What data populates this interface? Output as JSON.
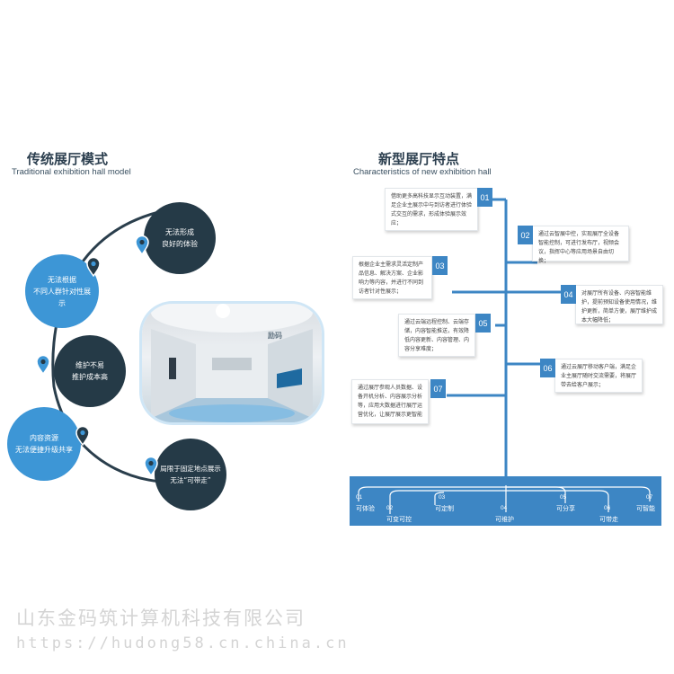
{
  "left": {
    "title_cn": "传统展厅模式",
    "title_en": "Traditional exhibition hall model",
    "items": [
      {
        "text": "无法形成\n良好的体验"
      },
      {
        "text": "无法根据\n不同人群针对性展示"
      },
      {
        "text": "维护不易\n推护成本高"
      },
      {
        "text": "内容资源\n无法便捷升级共享"
      },
      {
        "text": "局限于固定地点展示\n无法“可带走”"
      }
    ],
    "screen_logo": "励码"
  },
  "right": {
    "title_cn": "新型展厅特点",
    "title_en": "Characteristics of new exhibition hall",
    "features": [
      {
        "num": "01",
        "text": "借助更多高科技显示互动装置，满足企业主展示中与到访者进行体验式交互的需求，形成体验展示效应；"
      },
      {
        "num": "02",
        "text": "通过云智展中控，实现展厅全设备智能控制，可进行发布厅，视频会议，指挥中心等应用场景自由切换；"
      },
      {
        "num": "03",
        "text": "根据企业主需求灵活定制产品信息、解决方案、企业影响力等内容，并进行不同到访者针对性展示；"
      },
      {
        "num": "04",
        "text": "对展厅所有设备、内容智能维护，提前预知设备使用情况，维护更新，简单方便，展厅维护成本大幅降低；"
      },
      {
        "num": "05",
        "text": "通过云端远程控制、云端存储，内容智能推送，有效降低内容更新、内容管理、内容分享难度；"
      },
      {
        "num": "06",
        "text": "通过云展厅移动客户端，满足企业主展厅随时交流需要，将展厅带去给客户展示；"
      },
      {
        "num": "07",
        "text": "通过展厅参观人员数据、设备开机分析、内容展示分析等，应用大数据进行展厅运营优化，让展厅展示更智能"
      }
    ],
    "timeline": [
      {
        "num": "01",
        "label": "可体验"
      },
      {
        "num": "02",
        "label": "可变可控"
      },
      {
        "num": "03",
        "label": "可定制"
      },
      {
        "num": "04",
        "label": "可维护"
      },
      {
        "num": "05",
        "label": "可分享"
      },
      {
        "num": "06",
        "label": "可带走"
      },
      {
        "num": "07",
        "label": "可智能"
      }
    ]
  },
  "footer": {
    "company": "山东金码筑计算机科技有限公司",
    "url": "https://hudong58.cn.china.cn"
  },
  "colors": {
    "dark": "#253a47",
    "blue": "#3d96d6",
    "badge": "#3d86c4",
    "bar": "#3d86c4"
  }
}
